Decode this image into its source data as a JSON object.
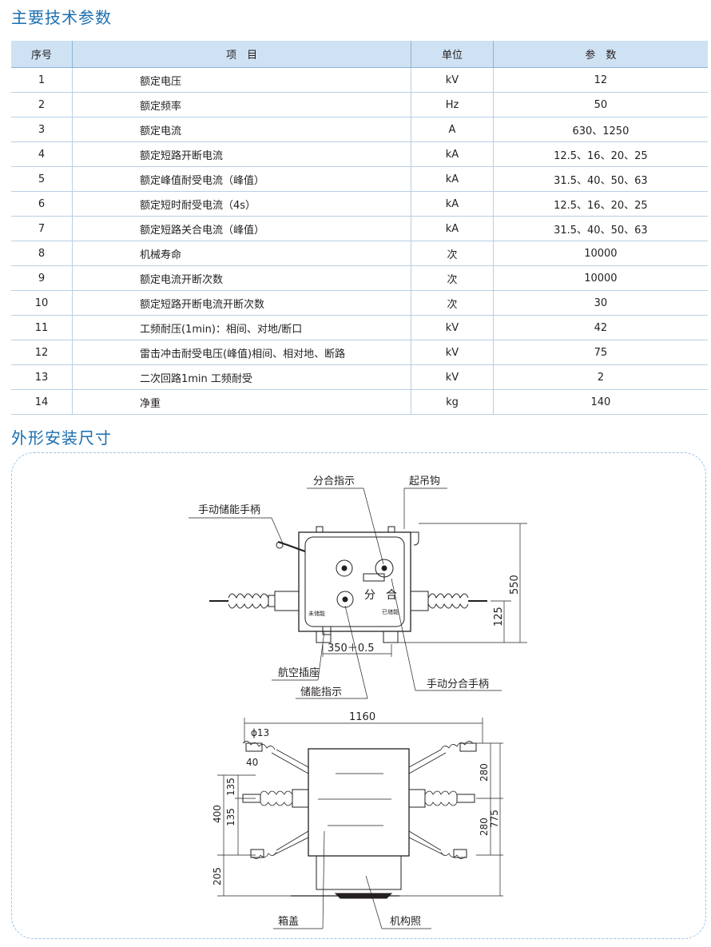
{
  "section1_title": "主要技术参数",
  "section2_title": "外形安装尺寸",
  "table": {
    "headers": [
      "序号",
      "项　目",
      "单位",
      "参　数"
    ],
    "rows": [
      [
        "1",
        "额定电压",
        "kV",
        "12"
      ],
      [
        "2",
        "额定频率",
        "Hz",
        "50"
      ],
      [
        "3",
        "额定电流",
        "A",
        "630、1250"
      ],
      [
        "4",
        "额定短路开断电流",
        "kA",
        "12.5、16、20、25"
      ],
      [
        "5",
        "额定峰值耐受电流（峰值）",
        "kA",
        "31.5、40、50、63"
      ],
      [
        "6",
        "额定短时耐受电流（4s）",
        "kA",
        "12.5、16、20、25"
      ],
      [
        "7",
        "额定短路关合电流（峰值）",
        "kA",
        "31.5、40、50、63"
      ],
      [
        "8",
        "机械寿命",
        "次",
        "10000"
      ],
      [
        "9",
        "额定电流开断次数",
        "次",
        "10000"
      ],
      [
        "10",
        "额定短路开断电流开断次数",
        "次",
        "30"
      ],
      [
        "11",
        "工频耐压(1min)：相间、对地/断口",
        "kV",
        "42"
      ],
      [
        "12",
        "雷击冲击耐受电压(峰值)相间、相对地、断路",
        "kV",
        "75"
      ],
      [
        "13",
        "二次回路1min 工频耐受",
        "kV",
        "2"
      ],
      [
        "14",
        "净重",
        "kg",
        "140"
      ]
    ]
  },
  "drawing_labels": {
    "open_close_indicator": "分合指示",
    "lifting_hook": "起吊钩",
    "manual_charge_handle": "手动储能手柄",
    "fen": "分",
    "he": "合",
    "not_charged": "未储能",
    "charged": "已储能",
    "aviation_socket": "航空插座",
    "charge_indicator": "储能指示",
    "manual_open_close_handle": "手动分合手柄",
    "box_cover": "箱盖",
    "mechanism": "机构照"
  },
  "dimensions": {
    "d550": "550",
    "d125": "125",
    "d350": "350＋0.5",
    "d1160": "1160",
    "phi13": "ϕ13",
    "d40": "40",
    "d135a": "135",
    "d135b": "135",
    "d400": "400",
    "d205": "205",
    "d280a": "280",
    "d280b": "280",
    "d775": "775"
  }
}
